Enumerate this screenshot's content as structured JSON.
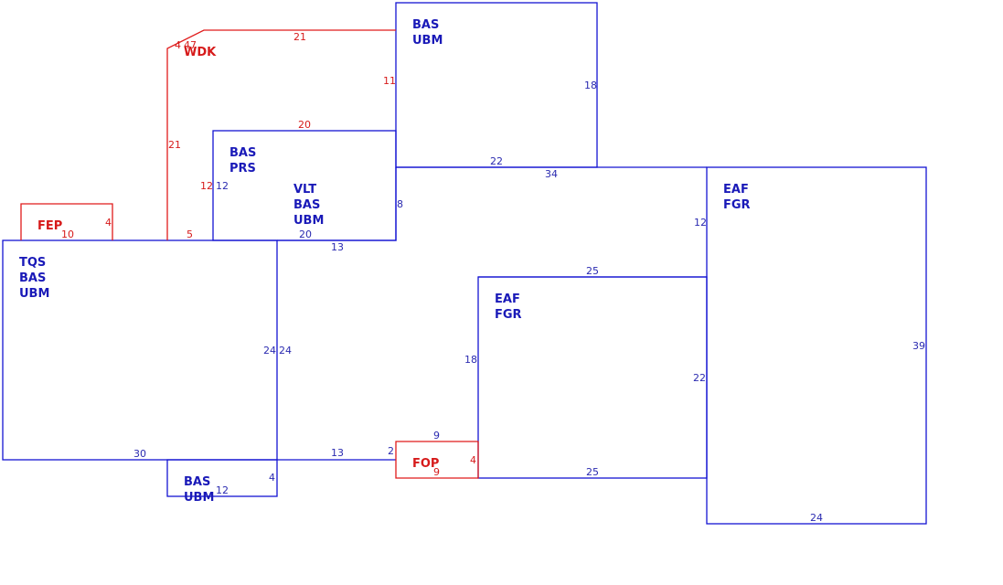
{
  "colors": {
    "blue": "#1414d2",
    "red": "#e01b1b",
    "background": "#ffffff"
  },
  "areas": [
    {
      "id": "tqs",
      "codes": [
        "TQS",
        "BAS",
        "UBM"
      ]
    },
    {
      "id": "bas-prs",
      "codes": [
        "BAS",
        "PRS"
      ]
    },
    {
      "id": "vlt",
      "codes": [
        "VLT",
        "BAS",
        "UBM"
      ]
    },
    {
      "id": "bas-ubm-top",
      "codes": [
        "BAS",
        "UBM"
      ]
    },
    {
      "id": "eaf-right",
      "codes": [
        "EAF",
        "FGR"
      ]
    },
    {
      "id": "eaf-mid",
      "codes": [
        "EAF",
        "FGR"
      ]
    },
    {
      "id": "bas-ubm-bottom",
      "codes": [
        "BAS",
        "UBM"
      ]
    },
    {
      "id": "fep",
      "codes": [
        "FEP"
      ]
    },
    {
      "id": "fop",
      "codes": [
        "FOP"
      ]
    },
    {
      "id": "wdk",
      "codes": [
        "WDK"
      ]
    }
  ],
  "dimensions": {
    "blue": [
      "12",
      "20",
      "13",
      "8",
      "22",
      "18",
      "34",
      "12",
      "39",
      "24",
      "25",
      "22",
      "25",
      "18",
      "24",
      "24",
      "30",
      "13",
      "2",
      "4",
      "12",
      "9"
    ],
    "red": [
      "21",
      "4",
      "47",
      "21",
      "11",
      "20",
      "12",
      "5",
      "10",
      "4",
      "4",
      "9"
    ]
  }
}
